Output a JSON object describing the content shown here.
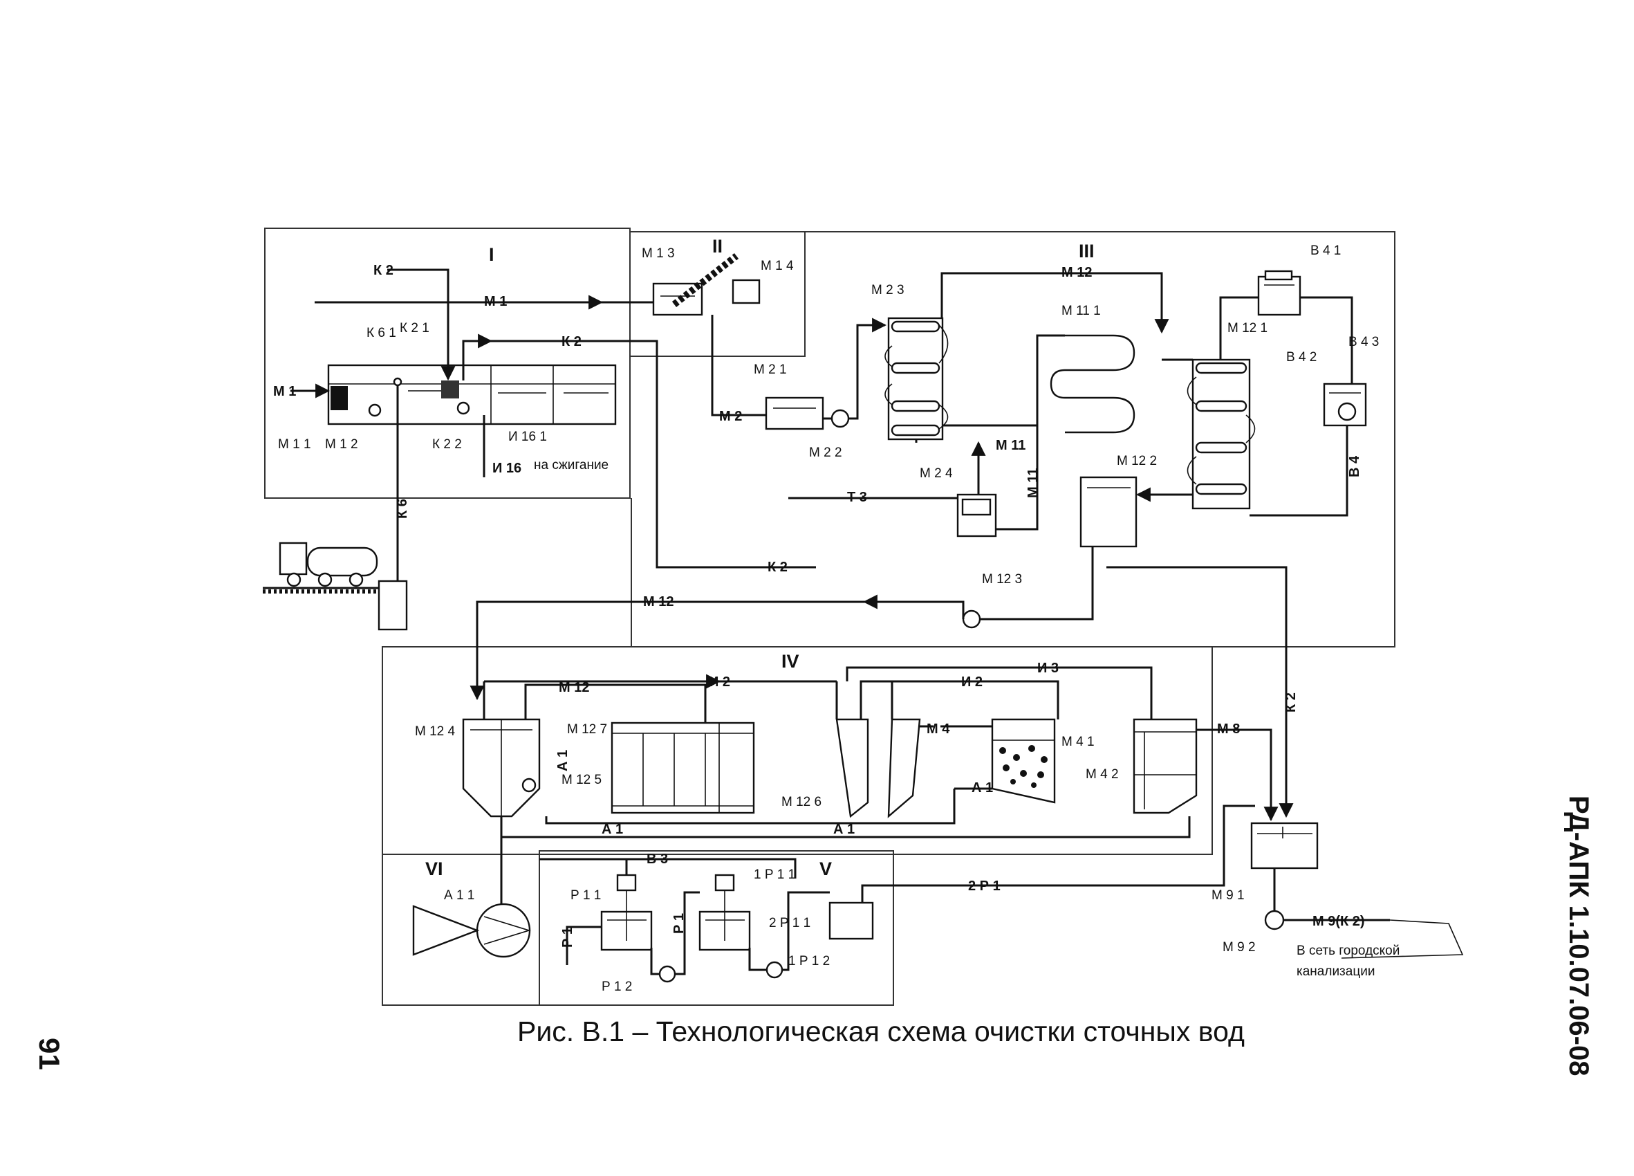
{
  "sections": {
    "s1": "I",
    "s2": "II",
    "s3": "III",
    "s4": "IV",
    "s5": "V",
    "s6": "VI"
  },
  "labels": {
    "k2_in": "К 2",
    "m1_top": "М 1",
    "k2_mid": "К 2",
    "k61": "К 6 1",
    "k21": "К 2 1",
    "m1_in": "М 1",
    "m11": "М 1 1",
    "m12s": "М 1 2",
    "k22": "К 2 2",
    "i161": "И 16 1",
    "i16": "И 16",
    "to_burn": "на сжигание",
    "k6": "К 6",
    "m13": "М 1 3",
    "m14": "М 1 4",
    "m23": "М 2 3",
    "m21": "М 2 1",
    "m2": "М 2",
    "m22": "М 2 2",
    "m24": "М 2 4",
    "t3": "Т 3",
    "m12_top": "М 12",
    "m111": "М 11 1",
    "m11_h": "М 11",
    "m11_v": "М 11",
    "m121": "М 12 1",
    "b41": "В 4 1",
    "b42": "В 4 2",
    "b43": "В 4 3",
    "b4": "В 4",
    "m122": "М 12 2",
    "k2_long": "К 2",
    "m123": "М 12 3",
    "m12_ret": "М 12",
    "i2_top": "И 2",
    "i3": "И 3",
    "i2_mid": "И 2",
    "m12_iv": "М 12",
    "m124": "М 12 4",
    "m127": "М 12 7",
    "a1_v": "А 1",
    "m125": "М 12 5",
    "m126": "М 12 6",
    "m4": "М 4",
    "m41": "М 4 1",
    "m42": "М 4 2",
    "m8": "М 8",
    "a1_mid": "А 1",
    "a1_b1": "А 1",
    "a1_b2": "А 1",
    "k2_v": "К 2",
    "b3": "В 3",
    "a11": "А 1 1",
    "p11": "Р 1 1",
    "p1_l": "Р 1",
    "p12": "Р 1 2",
    "p1_m": "Р 1",
    "one_p11": "1 Р 1 1",
    "two_p11": "2 Р 1 1",
    "one_p12": "1 Р 1 2",
    "two_p1": "2 Р 1",
    "m91": "М 9 1",
    "m92": "М 9 2",
    "m9k2": "М 9(К 2)",
    "city1": "В сеть городской",
    "city2": "канализации"
  },
  "caption": "Рис. В.1 – Технологическая схема очистки сточных вод",
  "doc_code": "РД-АПК 1.10.07.06-08",
  "page_number": "91"
}
